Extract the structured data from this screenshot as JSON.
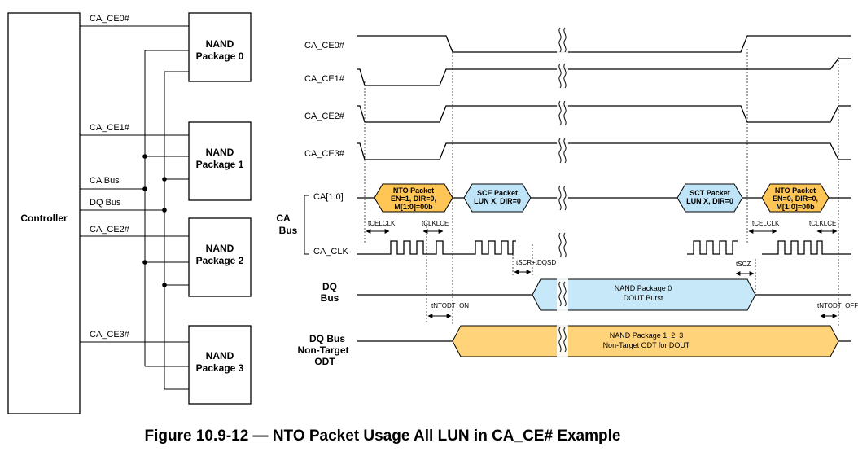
{
  "block_diagram": {
    "controller_label": "Controller",
    "packages": [
      {
        "line1": "NAND",
        "line2": "Package 0"
      },
      {
        "line1": "NAND",
        "line2": "Package 1"
      },
      {
        "line1": "NAND",
        "line2": "Package 2"
      },
      {
        "line1": "NAND",
        "line2": "Package 3"
      }
    ],
    "signals": {
      "ce0": "CA_CE0#",
      "ce1": "CA_CE1#",
      "ce2": "CA_CE2#",
      "ce3": "CA_CE3#",
      "ca_bus": "CA Bus",
      "dq_bus": "DQ Bus"
    }
  },
  "timing": {
    "rows": {
      "ce0": "CA_CE0#",
      "ce1": "CA_CE1#",
      "ce2": "CA_CE2#",
      "ce3": "CA_CE3#",
      "ca10": "CA[1:0]",
      "ca_clk": "CA_CLK",
      "ca_bus_line1": "CA",
      "ca_bus_line2": "Bus",
      "dq_line1": "DQ",
      "dq_line2": "Bus",
      "nt_line1": "DQ Bus",
      "nt_line2": "Non-Target",
      "nt_line3": "ODT"
    },
    "packets": {
      "nto1": {
        "l1": "NTO Packet",
        "l2": "EN=1, DIR=0,",
        "l3": "M[1:0]=00b"
      },
      "sce": {
        "l1": "SCE Packet",
        "l2": "LUN X, DIR=0"
      },
      "sct": {
        "l1": "SCT Packet",
        "l2": "LUN X, DIR=0"
      },
      "nto2": {
        "l1": "NTO Packet",
        "l2": "EN=0, DIR=0,",
        "l3": "M[1:0]=00b"
      }
    },
    "bursts": {
      "dq": {
        "l1": "NAND Package 0",
        "l2": "DOUT Burst"
      },
      "odt": {
        "l1": "NAND Package 1, 2, 3",
        "l2": "Non-Target ODT for DOUT"
      }
    },
    "params": {
      "tcelclk_1": "tCELCLK",
      "tclklce_1": "tCLKLCE",
      "tscr": "tSCR+tDQSD",
      "tscz": "tSCZ",
      "tcelclk_2": "tCELCLK",
      "tclklce_2": "tCLKLCE",
      "tntodt_on": "tNTODT_ON",
      "tntodt_off": "tNTODT_OFF"
    }
  },
  "colors": {
    "nto_packet": "#FFC656",
    "sc_packet": "#BFE4F7",
    "dq_burst": "#C6E8F8",
    "odt_burst": "#FFD37A"
  },
  "caption": "Figure 10.9-12 — NTO Packet Usage All LUN in CA_CE# Example"
}
